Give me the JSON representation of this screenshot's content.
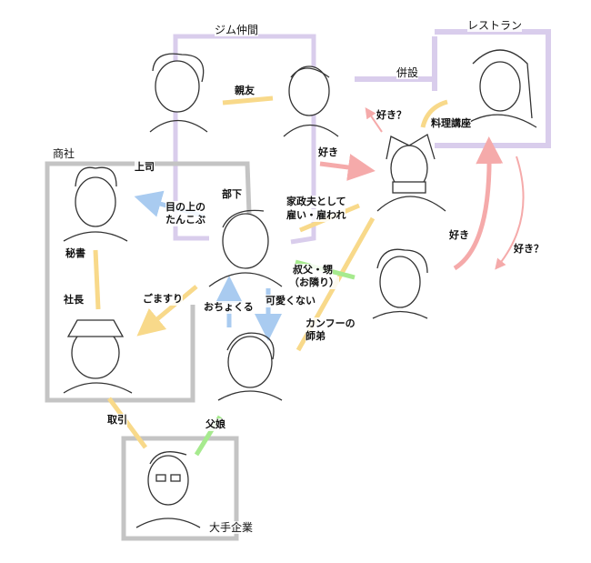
{
  "groups": {
    "gym": "ジム仲間",
    "restaurant": "レストラン",
    "annex": "併設",
    "trading": "商社",
    "corp": "大手企業"
  },
  "relations": {
    "best_friends": "親友",
    "likes_q1": "好き？",
    "cooking": "料理講座",
    "boss": "上司",
    "likes1": "好き",
    "subordinate": "部下",
    "eyesore1": "目の上の",
    "eyesore2": "たんこぶ",
    "housekeeper1": "家政夫として",
    "housekeeper2": "雇い・雇われ",
    "likes2": "好き",
    "likes_q2": "好き？",
    "secretary": "秘書",
    "uncle1": "叔父・甥",
    "uncle2": "（お隣り）",
    "president": "社長",
    "flattery": "ごますり",
    "tease": "おちょくる",
    "not_cute": "可愛くない",
    "kungfu1": "カンフーの",
    "kungfu2": "師弟",
    "deal": "取引",
    "father_daughter": "父娘"
  },
  "colors": {
    "purple": "#d9cdec",
    "gray": "#c4c4c4",
    "yellow": "#f8d98a",
    "pink": "#f5aaaa",
    "blue": "#a9cbf0",
    "green": "#a6ea8e"
  }
}
